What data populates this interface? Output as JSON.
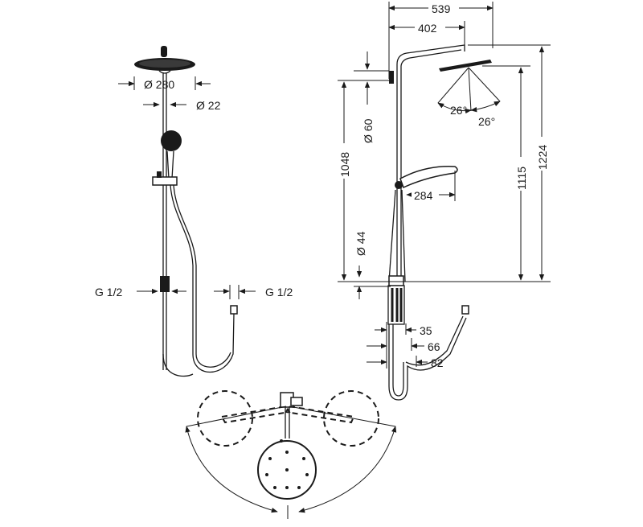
{
  "front_view": {
    "head_diameter": "Ø 280",
    "pipe_diameter": "Ø 22",
    "outlet_thread": "G 1/2",
    "hose_thread": "G 1/2"
  },
  "side_view": {
    "arm_length": "539",
    "head_offset": "402",
    "angle_a": "26°",
    "angle_b": "26°",
    "bracket_diameter": "Ø 60",
    "head_height": "1048",
    "spray_height": "1115",
    "total_height": "1224",
    "hand_shower_length": "284",
    "mixer_diameter": "Ø 44",
    "depth_a": "35",
    "depth_b": "66",
    "depth_c": "82"
  },
  "colors": {
    "line": "#1a1a1a",
    "background": "#ffffff"
  }
}
